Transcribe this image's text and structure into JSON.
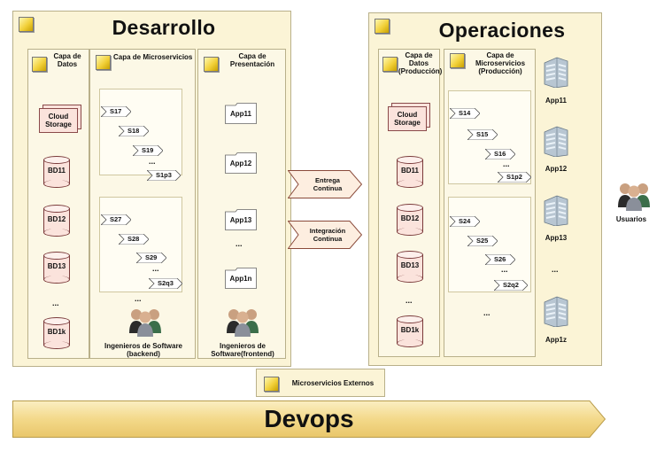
{
  "desarrollo": {
    "title": "Desarrollo",
    "capa_datos": {
      "title": "Capa de Datos",
      "storage": "Cloud Storage",
      "dbs": [
        "BD11",
        "BD12",
        "BD13",
        "BD1k"
      ],
      "dots": "..."
    },
    "capa_micro": {
      "title": "Capa de Microservicios",
      "group1": [
        "S17",
        "S18",
        "S19",
        "S1p3"
      ],
      "group1_dots": "...",
      "group2": [
        "S27",
        "S28",
        "S29",
        "S2q3"
      ],
      "group2_dots": "...",
      "between_dots": "...",
      "engineers": "Ingenieros de Software (backend)"
    },
    "capa_pres": {
      "title": "Capa de Presentación",
      "apps": [
        "App11",
        "App12",
        "App13",
        "App1n"
      ],
      "dots": "...",
      "engineers": "Ingenieros de Software(frontend)"
    }
  },
  "arrows": {
    "entrega": "Entrega Continua",
    "integracion": "Integración Continua"
  },
  "operaciones": {
    "title": "Operaciones",
    "capa_datos": {
      "title": "Capa de Datos (Producción)",
      "storage": "Cloud Storage",
      "dbs": [
        "BD11",
        "BD12",
        "BD13",
        "BD1k"
      ],
      "dots": "..."
    },
    "capa_micro": {
      "title": "Capa de Microservicios (Producción)",
      "group1": [
        "S14",
        "S15",
        "S16",
        "S1p2"
      ],
      "group1_dots": "...",
      "group2": [
        "S24",
        "S25",
        "S26",
        "S2q2"
      ],
      "group2_dots": "...",
      "between_dots": "..."
    },
    "apps": [
      "App11",
      "App12",
      "App13",
      "App1z"
    ],
    "apps_dots": "..."
  },
  "usuarios": "Usuarios",
  "externos": "Microservicios Externos",
  "devops": "Devops",
  "colors": {
    "panel": "#fbf4d6",
    "db_fill": "#fbe3dc",
    "arrow_fill": "#fdeee0",
    "banner": "#f3d98a"
  }
}
